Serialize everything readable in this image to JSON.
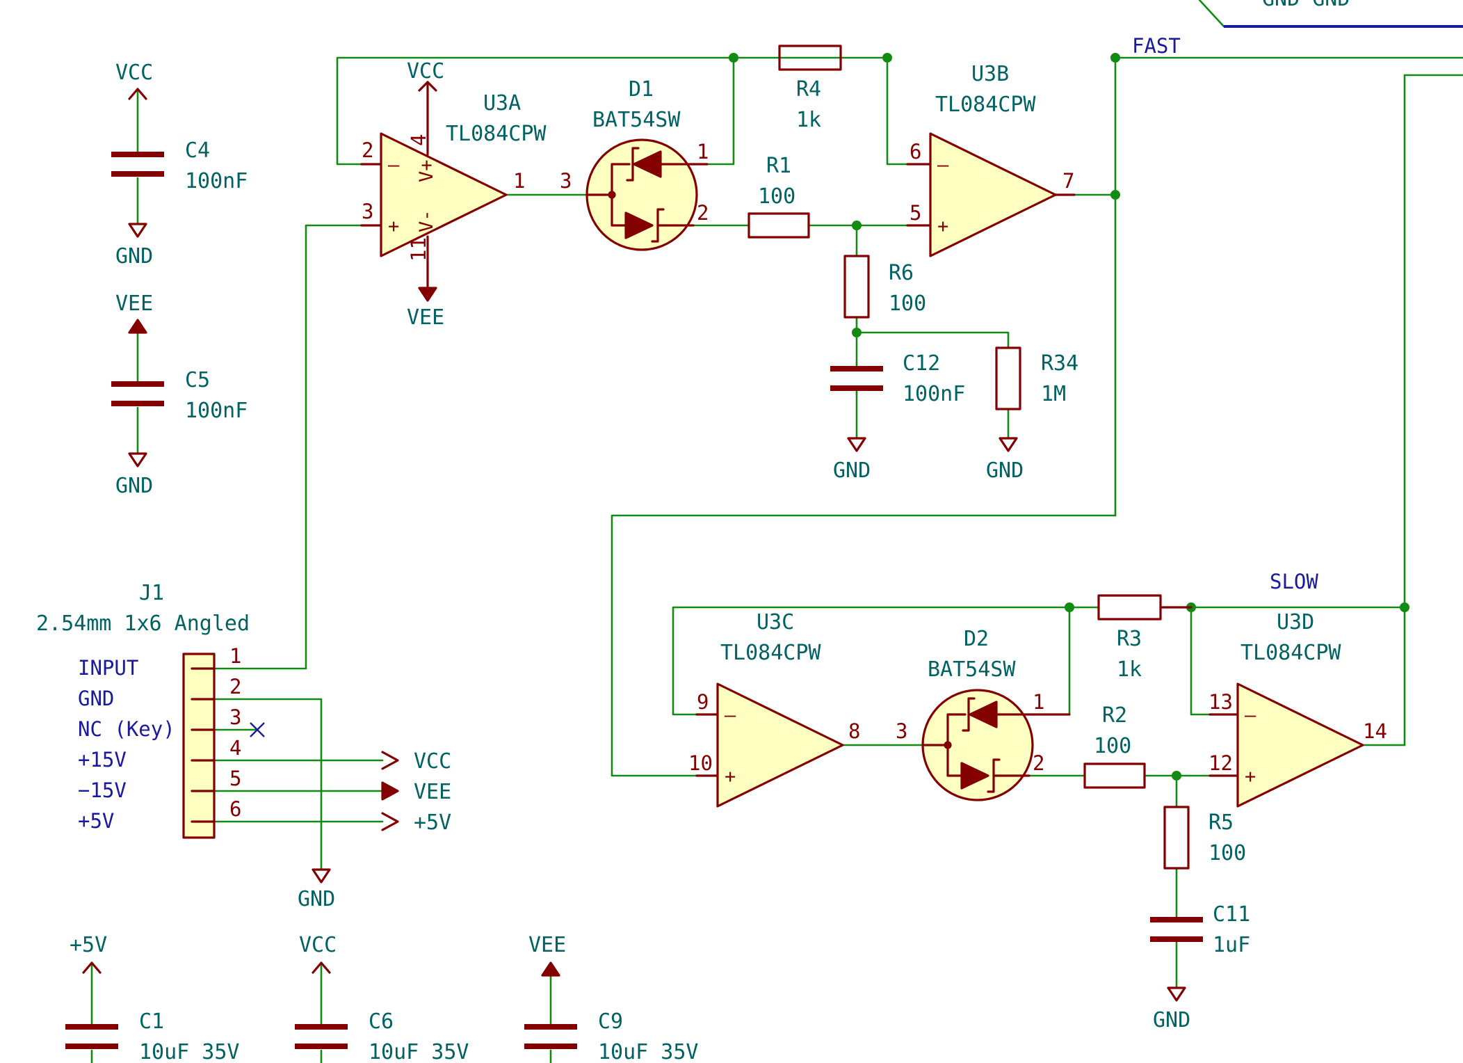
{
  "net_labels": {
    "fast": "FAST",
    "slow": "SLOW"
  },
  "power_labels": {
    "vcc": "VCC",
    "vee": "VEE",
    "gnd": "GND",
    "p5v": "+5V"
  },
  "opamps": [
    {
      "ref": "U3A",
      "value": "TL084CPW",
      "pin_minus": "2",
      "pin_plus": "3",
      "pin_out": "1",
      "pin_vplus": "4",
      "pin_vminus": "11",
      "vplus_name": "V+",
      "vminus_name": "V-"
    },
    {
      "ref": "U3B",
      "value": "TL084CPW",
      "pin_minus": "6",
      "pin_plus": "5",
      "pin_out": "7"
    },
    {
      "ref": "U3C",
      "value": "TL084CPW",
      "pin_minus": "9",
      "pin_plus": "10",
      "pin_out": "8"
    },
    {
      "ref": "U3D",
      "value": "TL084CPW",
      "pin_minus": "13",
      "pin_plus": "12",
      "pin_out": "14"
    }
  ],
  "diodes": [
    {
      "ref": "D1",
      "value": "BAT54SW",
      "pin_common": "3",
      "pin_a": "1",
      "pin_b": "2"
    },
    {
      "ref": "D2",
      "value": "BAT54SW",
      "pin_common": "3",
      "pin_a": "1",
      "pin_b": "2"
    }
  ],
  "resistors": [
    {
      "ref": "R4",
      "value": "1k"
    },
    {
      "ref": "R1",
      "value": "100"
    },
    {
      "ref": "R6",
      "value": "100"
    },
    {
      "ref": "R34",
      "value": "1M"
    },
    {
      "ref": "R3",
      "value": "1k"
    },
    {
      "ref": "R2",
      "value": "100"
    },
    {
      "ref": "R5",
      "value": "100"
    }
  ],
  "capacitors": [
    {
      "ref": "C4",
      "value": "100nF"
    },
    {
      "ref": "C5",
      "value": "100nF"
    },
    {
      "ref": "C12",
      "value": "100nF"
    },
    {
      "ref": "C11",
      "value": "1uF"
    },
    {
      "ref": "C1",
      "value": "10uF 35V"
    },
    {
      "ref": "C6",
      "value": "10uF 35V"
    },
    {
      "ref": "C9",
      "value": "10uF 35V"
    }
  ],
  "connector": {
    "ref": "J1",
    "value": "2.54mm 1x6 Angled",
    "pins": [
      "1",
      "2",
      "3",
      "4",
      "5",
      "6"
    ],
    "labels": [
      "INPUT",
      "GND",
      "NC (Key)",
      "+15V",
      "−15V",
      "+5V"
    ]
  },
  "sheet_fragment": {
    "text": "GND GND"
  }
}
